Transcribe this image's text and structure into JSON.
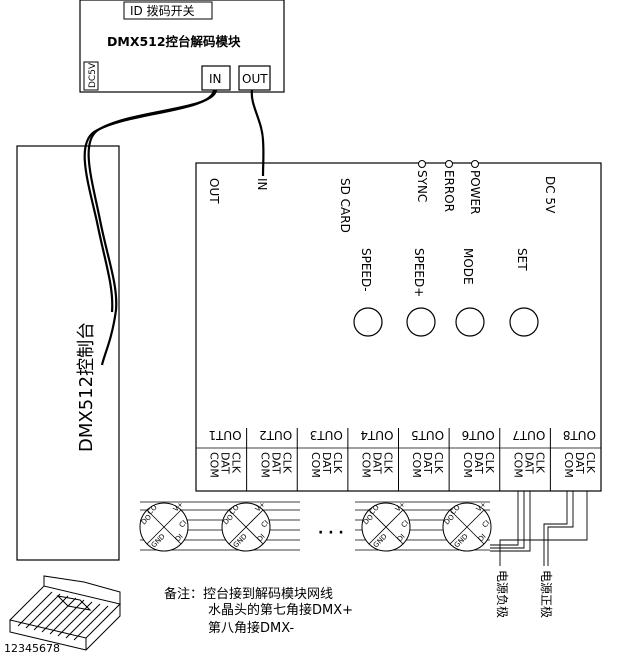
{
  "decoder": {
    "id_label": "ID 拨码开关",
    "title": "DMX512控台解码模块",
    "dc5v": "DC5V",
    "in_label": "IN",
    "out_label": "OUT"
  },
  "console": {
    "label": "DMX512控制台"
  },
  "controller": {
    "out_label": "OUT",
    "in_label": "IN",
    "sd_card": "SD CARD",
    "leds": [
      "SYNC",
      "ERROR",
      "POWER"
    ],
    "dc5v": "DC 5V",
    "buttons": [
      "SPEED-",
      "SPEED+",
      "MODE",
      "SET"
    ],
    "ports": [
      {
        "name": "OUT1",
        "pins": [
          "CLK",
          "DAT",
          "COM"
        ]
      },
      {
        "name": "OUT2",
        "pins": [
          "CLK",
          "DAT",
          "COM"
        ]
      },
      {
        "name": "OUT3",
        "pins": [
          "CLK",
          "DAT",
          "COM"
        ]
      },
      {
        "name": "OUT4",
        "pins": [
          "CLK",
          "DAT",
          "COM"
        ]
      },
      {
        "name": "OUT5",
        "pins": [
          "CLK",
          "DAT",
          "COM"
        ]
      },
      {
        "name": "OUT6",
        "pins": [
          "CLK",
          "DAT",
          "COM"
        ]
      },
      {
        "name": "OUT7",
        "pins": [
          "CLK",
          "DAT",
          "COM"
        ]
      },
      {
        "name": "OUT8",
        "pins": [
          "CLK",
          "DAT",
          "COM"
        ]
      }
    ]
  },
  "pixel": {
    "pins": [
      "DO",
      "CO",
      "GND",
      "V+",
      "DI",
      "CI"
    ],
    "ellipsis": "· · ·"
  },
  "power": {
    "negative": "电源负极",
    "positive": "电源正极"
  },
  "note": {
    "line1": "备注：控台接到解码模块网线",
    "line2": "水晶头的第七角接DMX+",
    "line3": "第八角接DMX-"
  },
  "rj45": {
    "pin_numbers": "12345678"
  }
}
